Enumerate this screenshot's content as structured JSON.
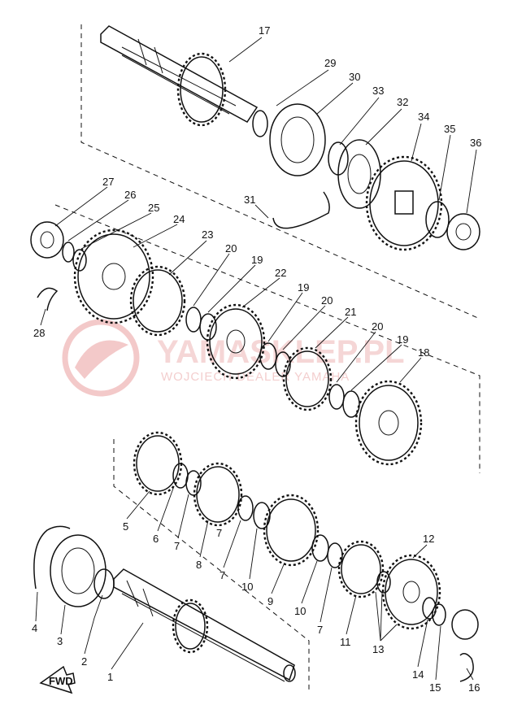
{
  "watermark": {
    "brand": "YAMASKLEP.PL",
    "tagline": "WOJCIECH DEALER YAMAHA",
    "color": "#e8a5a5"
  },
  "fwd_label": "FWD",
  "callouts": [
    "1",
    "2",
    "3",
    "4",
    "5",
    "6",
    "7",
    "7",
    "8",
    "7",
    "10",
    "9",
    "10",
    "7",
    "11",
    "12",
    "13",
    "14",
    "15",
    "16",
    "17",
    "29",
    "30",
    "33",
    "32",
    "34",
    "35",
    "36",
    "31",
    "27",
    "26",
    "25",
    "24",
    "23",
    "20",
    "19",
    "22",
    "19",
    "20",
    "21",
    "20",
    "19",
    "18",
    "28"
  ]
}
